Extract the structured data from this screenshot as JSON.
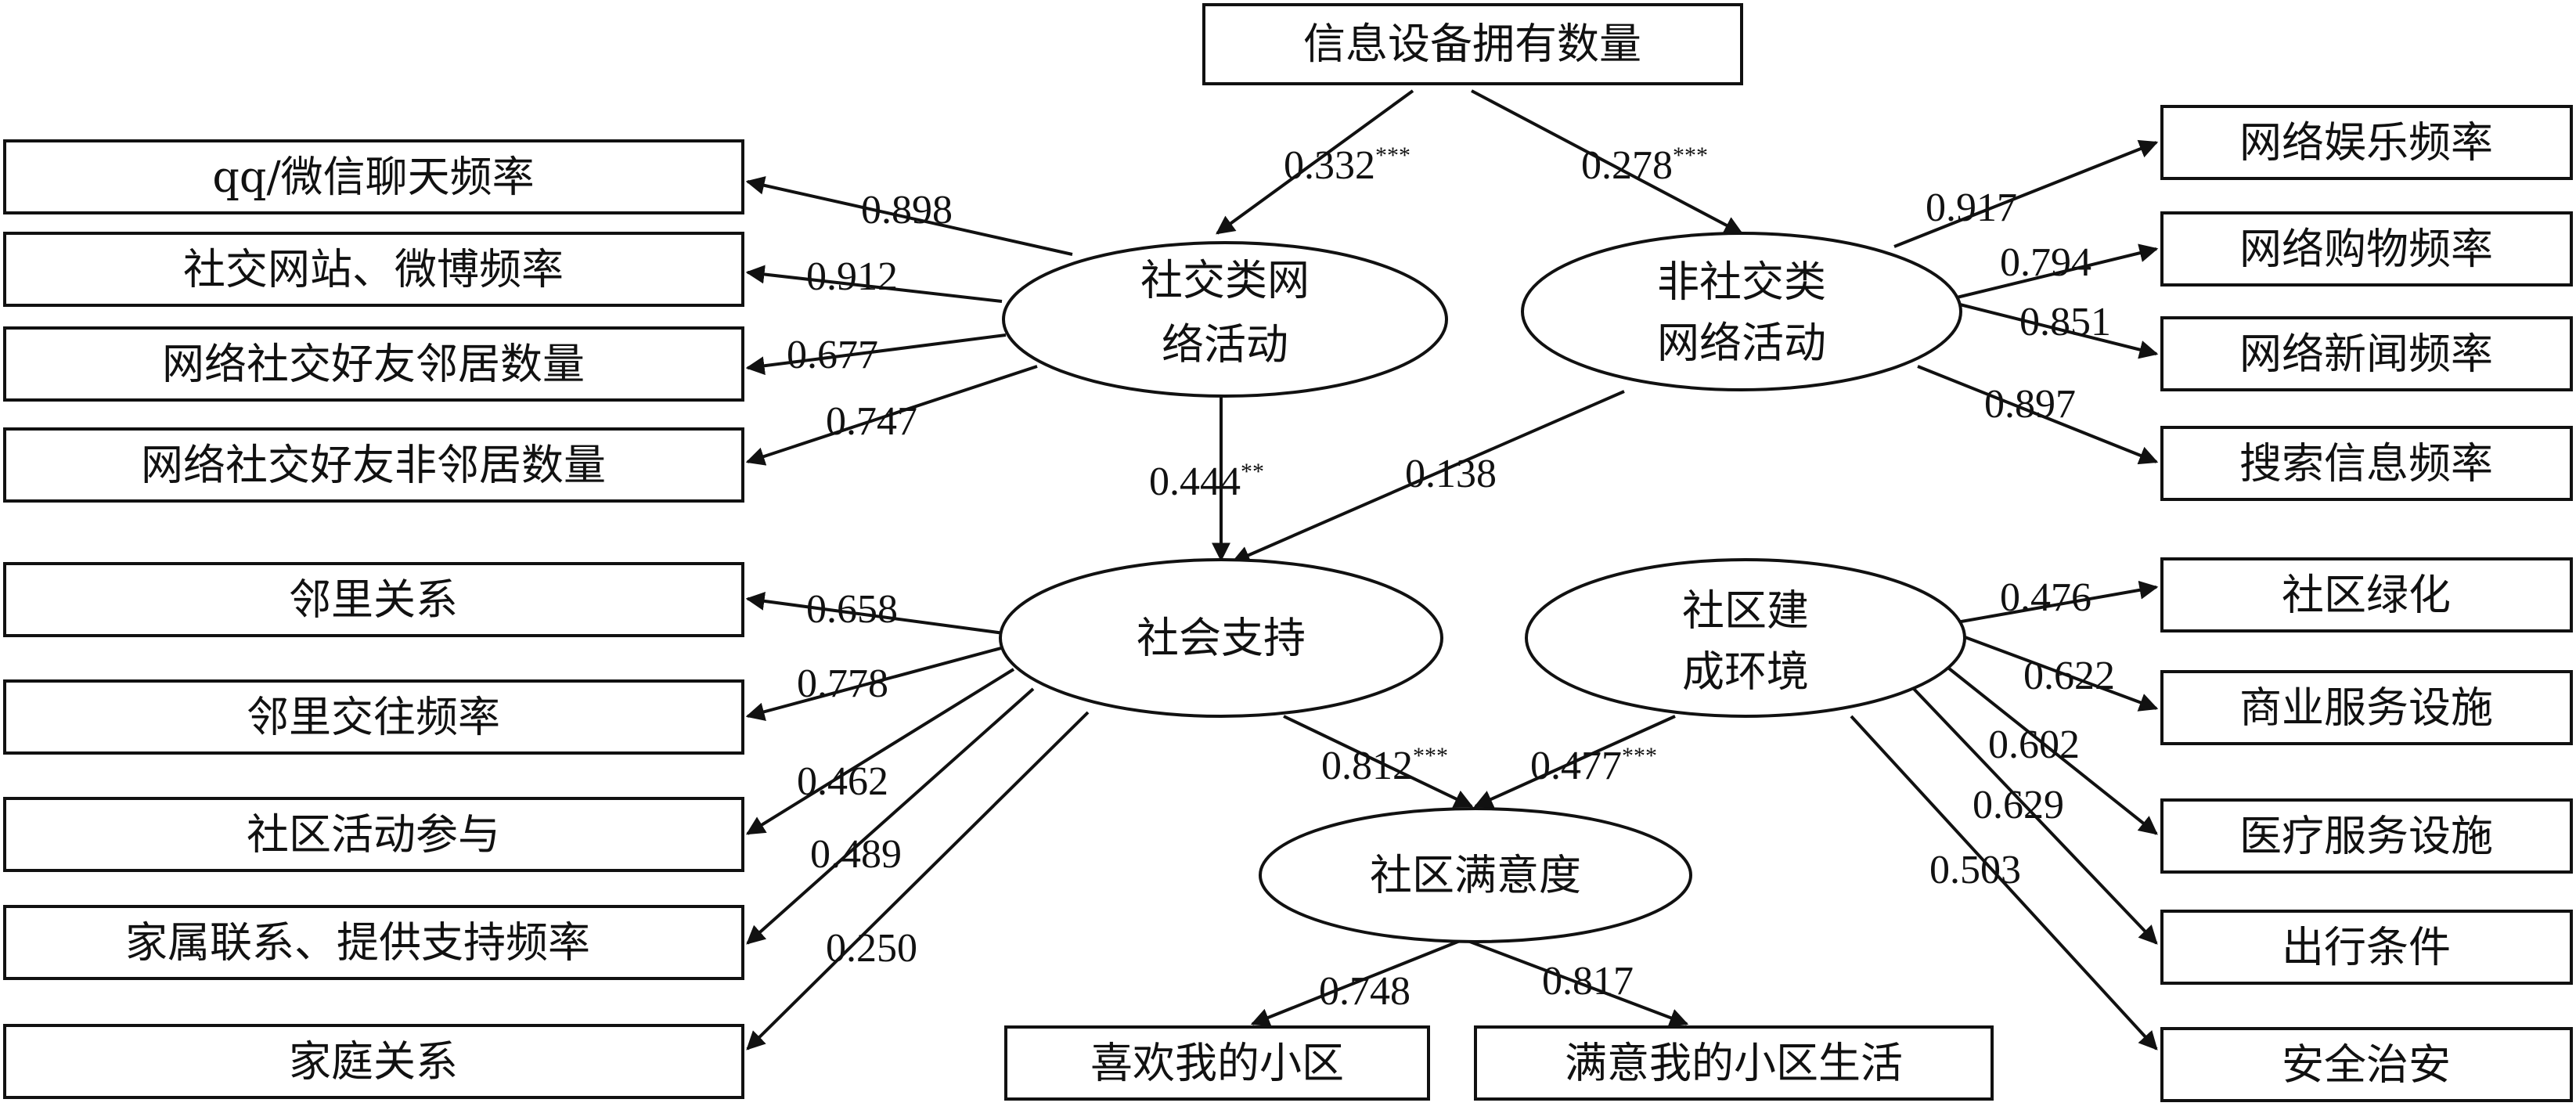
{
  "boxes": {
    "devices": "信息设备拥有数量",
    "qq": "qq/微信聊天频率",
    "weibo": "社交网站、微博频率",
    "friends_nb": "网络社交好友邻居数量",
    "friends_nonnb": "网络社交好友非邻居数量",
    "ent": "网络娱乐频率",
    "shop": "网络购物频率",
    "news": "网络新闻频率",
    "search": "搜索信息频率",
    "nb_rel": "邻里关系",
    "nb_freq": "邻里交往频率",
    "comm_act": "社区活动参与",
    "family_contact": "家属联系、提供支持频率",
    "family_rel": "家庭关系",
    "green": "社区绿化",
    "commerce": "商业服务设施",
    "medical": "医疗服务设施",
    "travel": "出行条件",
    "safety": "安全治安",
    "like": "喜欢我的小区",
    "satisfied": "满意我的小区生活"
  },
  "latents": {
    "social_online": [
      "社交类网",
      "络活动"
    ],
    "nonsocial_online": [
      "非社交类",
      "网络活动"
    ],
    "social_support": [
      "社会支持"
    ],
    "built_env": [
      "社区建",
      "成环境"
    ],
    "satisfaction": [
      "社区满意度"
    ]
  },
  "coefficients": {
    "devices_to_social": {
      "value": "0.332",
      "sig": "***"
    },
    "devices_to_nonsocial": {
      "value": "0.278",
      "sig": "***"
    },
    "social_to_support": {
      "value": "0.444",
      "sig": "**"
    },
    "nonsocial_to_support": {
      "value": "0.138",
      "sig": ""
    },
    "support_to_satisfaction": {
      "value": "0.812",
      "sig": "***"
    },
    "env_to_satisfaction": {
      "value": "0.477",
      "sig": "***"
    },
    "qq": {
      "value": "0.898"
    },
    "weibo": {
      "value": "0.912"
    },
    "friends_nb": {
      "value": "0.677"
    },
    "friends_nonnb": {
      "value": "0.747"
    },
    "ent": {
      "value": "0.917"
    },
    "shop": {
      "value": "0.794"
    },
    "news": {
      "value": "0.851"
    },
    "search": {
      "value": "0.897"
    },
    "nb_rel": {
      "value": "0.658"
    },
    "nb_freq": {
      "value": "0.778"
    },
    "comm_act": {
      "value": "0.462"
    },
    "family_contact": {
      "value": "0.489"
    },
    "family_rel": {
      "value": "0.250"
    },
    "green": {
      "value": "0.476"
    },
    "commerce": {
      "value": "0.622"
    },
    "medical": {
      "value": "0.602"
    },
    "travel": {
      "value": "0.629"
    },
    "safety": {
      "value": "0.503"
    },
    "like": {
      "value": "0.748"
    },
    "satisfied": {
      "value": "0.817"
    }
  }
}
